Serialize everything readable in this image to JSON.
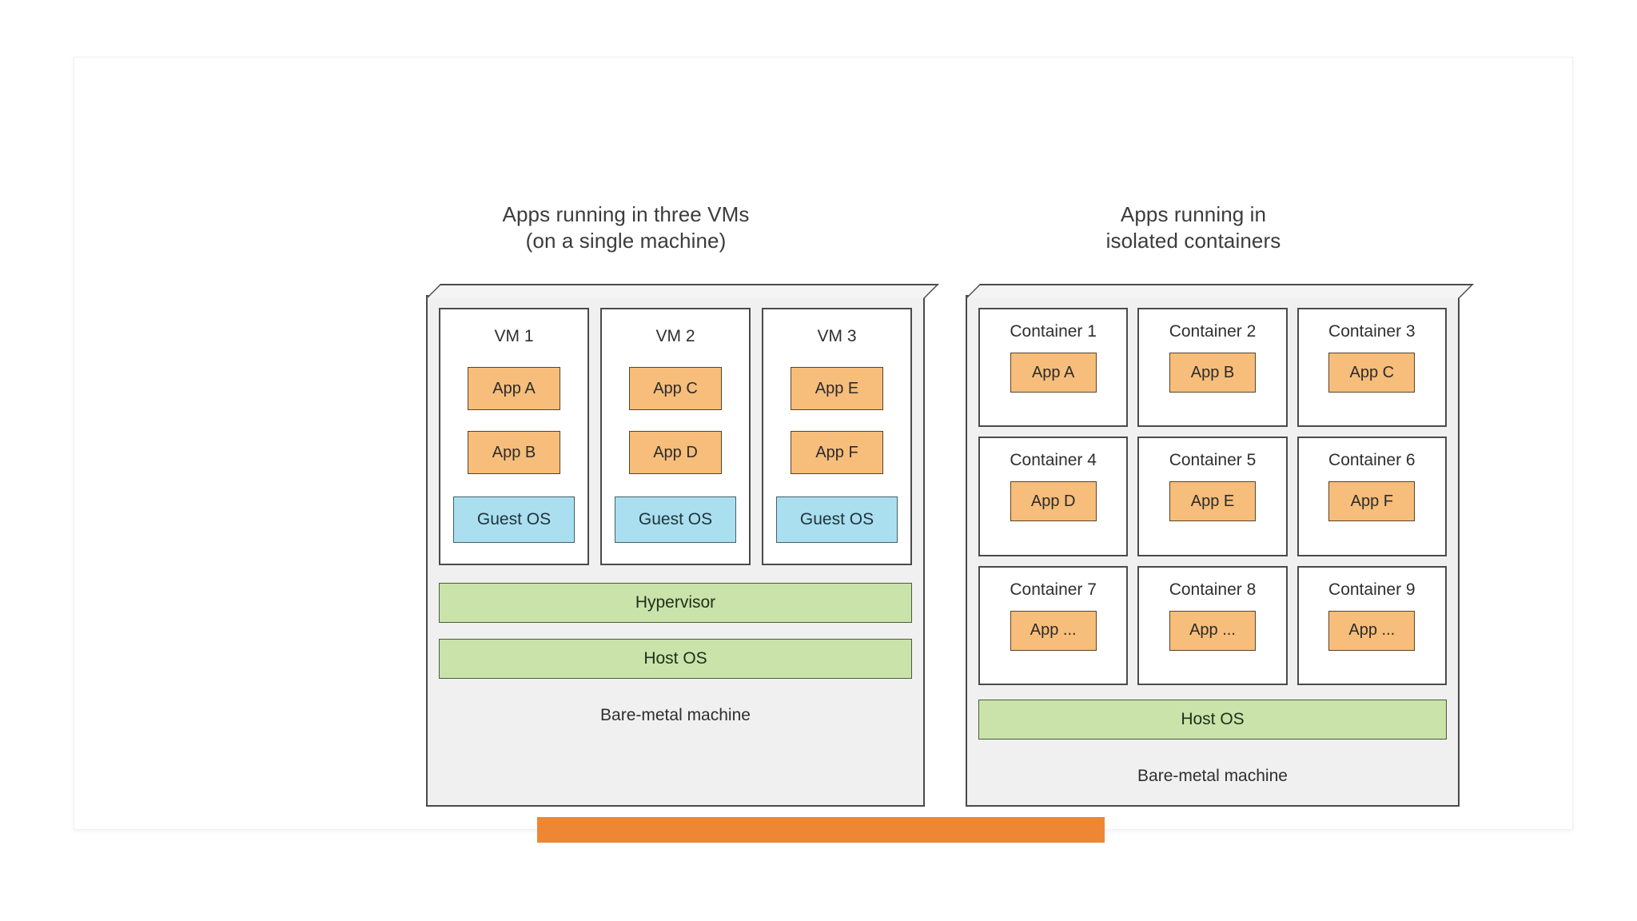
{
  "accent_color": "#ed8733",
  "colors": {
    "app_box": "#f7bd7a",
    "guest_os": "#aadfef",
    "stack_bar": "#c9e3ab",
    "machine_fill": "#f0f0f0",
    "outline": "#4a4a4a"
  },
  "left": {
    "title": "Apps running in three VMs\n(on a single machine)",
    "vms": [
      {
        "label": "VM 1",
        "apps": [
          "App A",
          "App B"
        ],
        "guest_os": "Guest OS"
      },
      {
        "label": "VM 2",
        "apps": [
          "App C",
          "App D"
        ],
        "guest_os": "Guest OS"
      },
      {
        "label": "VM 3",
        "apps": [
          "App E",
          "App F"
        ],
        "guest_os": "Guest OS"
      }
    ],
    "hypervisor": "Hypervisor",
    "host_os": "Host OS",
    "bare_metal": "Bare-metal machine"
  },
  "right": {
    "title": "Apps running in\nisolated containers",
    "containers": [
      {
        "label": "Container 1",
        "app": "App A"
      },
      {
        "label": "Container 2",
        "app": "App B"
      },
      {
        "label": "Container 3",
        "app": "App C"
      },
      {
        "label": "Container 4",
        "app": "App D"
      },
      {
        "label": "Container 5",
        "app": "App E"
      },
      {
        "label": "Container 6",
        "app": "App F"
      },
      {
        "label": "Container 7",
        "app": "App ..."
      },
      {
        "label": "Container 8",
        "app": "App ..."
      },
      {
        "label": "Container 9",
        "app": "App ..."
      }
    ],
    "host_os": "Host OS",
    "bare_metal": "Bare-metal machine"
  }
}
